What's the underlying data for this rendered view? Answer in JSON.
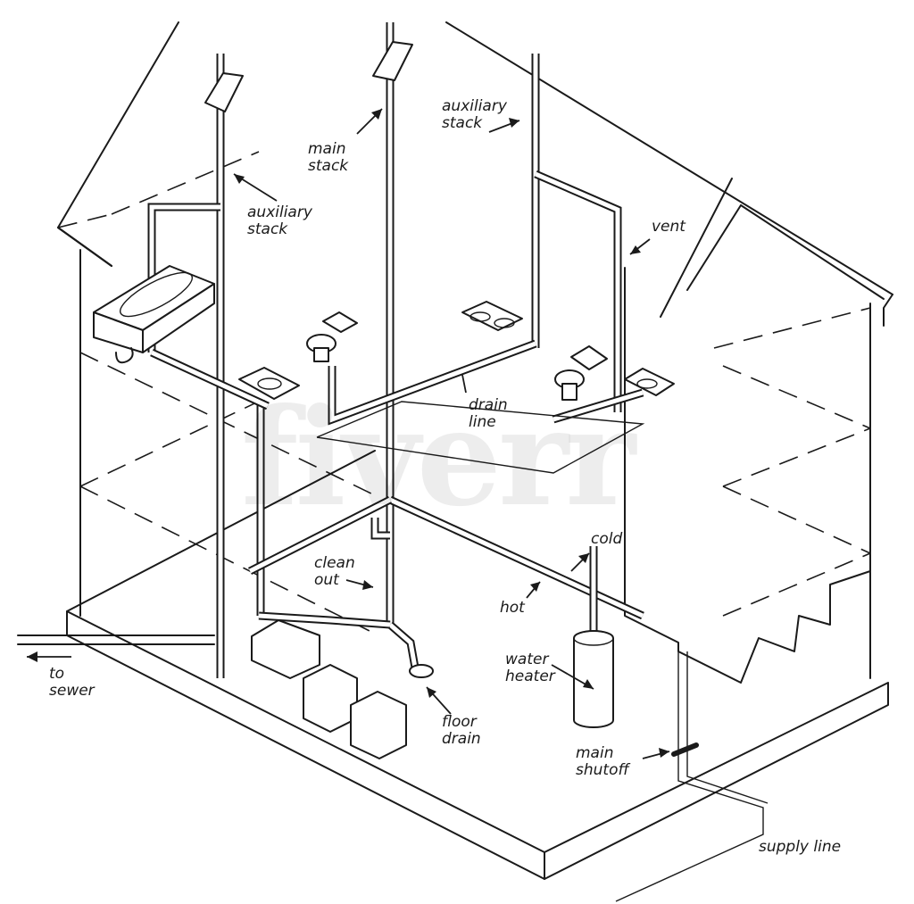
{
  "watermark": "fiverr",
  "labels": {
    "main_stack": [
      "main",
      "stack"
    ],
    "aux_stack_top": [
      "auxiliary",
      "stack"
    ],
    "aux_stack_left": [
      "auxiliary",
      "stack"
    ],
    "vent": "vent",
    "drain_line": [
      "drain",
      "line"
    ],
    "clean_out": [
      "clean",
      "out"
    ],
    "cold": "cold",
    "hot": "hot",
    "water_heater": [
      "water",
      "heater"
    ],
    "to_sewer": [
      "to",
      "sewer"
    ],
    "floor_drain": [
      "floor",
      "drain"
    ],
    "main_shutoff": [
      "main",
      "shutoff"
    ],
    "supply_line": "supply line"
  }
}
